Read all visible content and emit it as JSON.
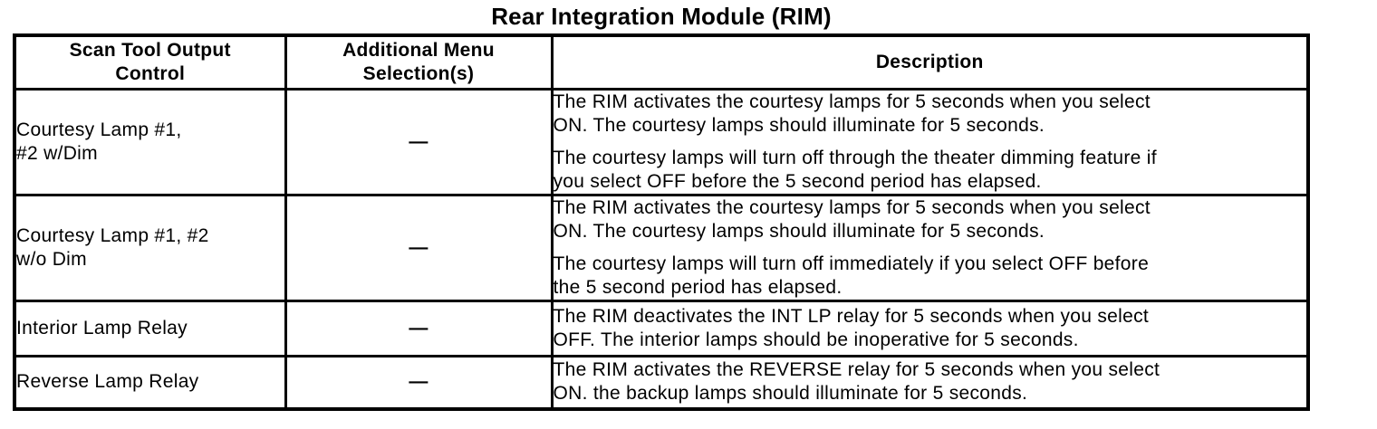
{
  "title": "Rear Integration Module (RIM)",
  "table": {
    "headers": {
      "control": "Scan Tool Output\nControl",
      "menu": "Additional Menu\nSelection(s)",
      "description": "Description"
    },
    "rows": [
      {
        "control": "Courtesy Lamp #1,\n#2 w/Dim",
        "menu": "—",
        "description": [
          "The RIM activates the courtesy lamps for 5 seconds when you select\nON. The courtesy lamps should illuminate for 5 seconds.",
          "The courtesy lamps will turn off through the theater dimming feature if\nyou select OFF before the 5 second period has elapsed."
        ]
      },
      {
        "control": "Courtesy Lamp #1, #2\nw/o Dim",
        "menu": "—",
        "description": [
          "The RIM activates the courtesy lamps for 5 seconds when you select\nON. The courtesy lamps should illuminate for 5 seconds.",
          "The courtesy lamps will turn off immediately if you select OFF before\nthe 5 second period has elapsed."
        ]
      },
      {
        "control": "Interior Lamp Relay",
        "menu": "—",
        "description": [
          "The RIM deactivates the INT LP relay for 5 seconds when you select\nOFF. The interior lamps should be inoperative for 5 seconds."
        ]
      },
      {
        "control": "Reverse Lamp Relay",
        "menu": "—",
        "description": [
          "The RIM activates the REVERSE relay for 5 seconds when you select\nON. the backup lamps should illuminate for 5 seconds."
        ]
      }
    ]
  }
}
